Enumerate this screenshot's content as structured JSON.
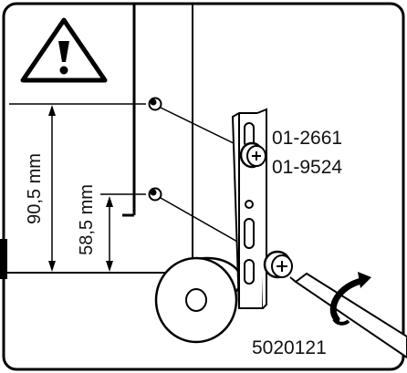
{
  "warning": {
    "icon": "warning-triangle-icon"
  },
  "dimensions": {
    "outer": "90,5 mm",
    "inner": "58,5 mm"
  },
  "part_numbers": {
    "screw_top_1": "01-2661",
    "screw_top_2": "01-9524",
    "bottom_part": "5020121"
  },
  "icons": {
    "rotation": "rotation-arrow-icon",
    "screwdriver": "screwdriver-icon",
    "wheel": "wheel-icon",
    "bracket": "bracket-icon"
  }
}
